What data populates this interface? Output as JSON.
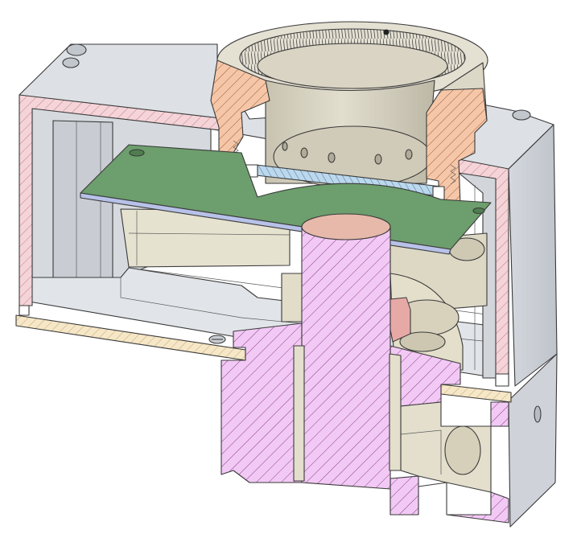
{
  "view": {
    "kind": "section-cut-assembly",
    "colors": {
      "background": "#ffffff",
      "housing_surface": "#d9dde2",
      "housing_shadow": "#c5cad0",
      "housing_dark": "#b9bec5",
      "housing_section": "#f4d4d8",
      "housing_hatch": "#c87a86",
      "cover_plate_section": "#f5e7c8",
      "cover_plate_hatch": "#c9a86b",
      "base_section": "#f2c9f4",
      "base_hatch": "#8a3e8e",
      "shaft_end": "#e6b9aa",
      "nut_section": "#f5c7a8",
      "nut_hatch": "#9a5a36",
      "nut_surface": "#e4e0d2",
      "bore_surface": "#d7d3c2",
      "bore_dark": "#bdb8a6",
      "knurl": "#555555",
      "pcb_top": "#6d9e6d",
      "pcb_edge": "#b8c2e8",
      "window_glass": "#bcd8ec",
      "window_hatch": "#4a6fa0",
      "internal_cream": "#e8e4d2",
      "internal_shadow": "#d2ccb8",
      "sensor_block": "#e7a9a6",
      "edge_line": "#3a3a3a"
    },
    "icons": [
      "knurl-texture",
      "mounting-hole",
      "screw-head",
      "set-screw"
    ]
  }
}
